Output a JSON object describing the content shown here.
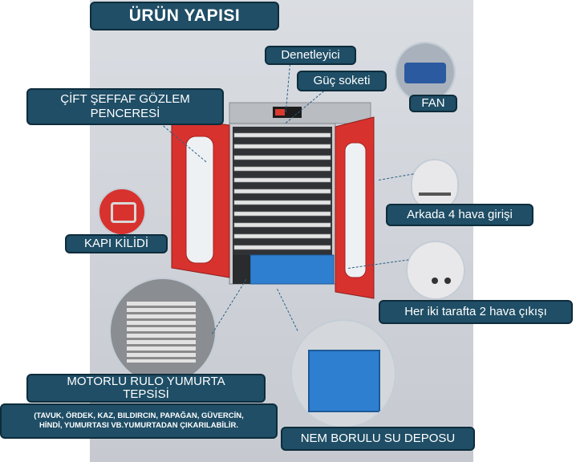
{
  "title": "ÜRÜN YAPISI",
  "labels": {
    "controller": "Denetleyici",
    "power_socket": "Güç soketi",
    "window_line1": "ÇİFT ŞEFFAF GÖZLEM",
    "window_line2": "PENCERESİ",
    "fan": "FAN",
    "rear_air": "Arkada 4 hava girişi",
    "door_lock": "KAPI KİLİDİ",
    "side_air": "Her iki tarafta 2 hava çıkışı",
    "tray_line1": "MOTORLU RULO YUMURTA",
    "tray_line2": "TEPSİSİ",
    "tray_note_line1": "(TAVUK, ÖRDEK, KAZ, BILDIRCIN, PAPAĞAN, GÜVERCİN,",
    "tray_note_line2": "HİNDİ, YUMURTASI VB.YUMURTADAN ÇIKARILABİLİR.",
    "water_tank": "NEM BORULU SU DEPOSU"
  },
  "colors": {
    "label_bg": "#1f4e66",
    "door_red": "#d8322e",
    "tank_blue": "#2f7fd0"
  }
}
